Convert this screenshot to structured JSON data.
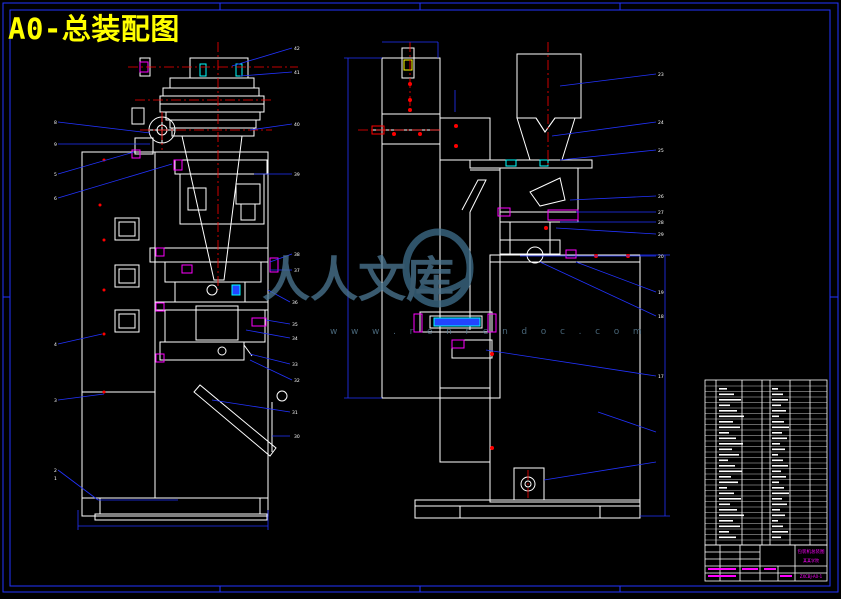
{
  "title": "A0-总装配图",
  "watermark": {
    "brand": "人人文库",
    "url": "w w w . r e n r e n d o c . c o m"
  },
  "balloons": {
    "left_view": [
      "8",
      "9",
      "5",
      "6",
      "4",
      "3",
      "2",
      "1"
    ],
    "top_view": [
      "42",
      "41",
      "40",
      "39",
      "38",
      "37",
      "36",
      "35",
      "34",
      "33",
      "32",
      "31",
      "30"
    ],
    "right_view": [
      "23",
      "24",
      "25",
      "26",
      "27",
      "28",
      "29",
      "20",
      "19",
      "18",
      "17"
    ]
  },
  "title_block": {
    "drawing_name": "包装机总装图",
    "company": "某某学院",
    "drawing_number": "ZXCBJ-A0-1"
  },
  "colors": {
    "frame": "#2233ff",
    "outline": "#ffffff",
    "centerline": "#ff0000",
    "leader": "#2233ff",
    "magenta": "#ff00ff",
    "yellow": "#ffff00",
    "cyan": "#00ffff",
    "green": "#00ff00"
  }
}
